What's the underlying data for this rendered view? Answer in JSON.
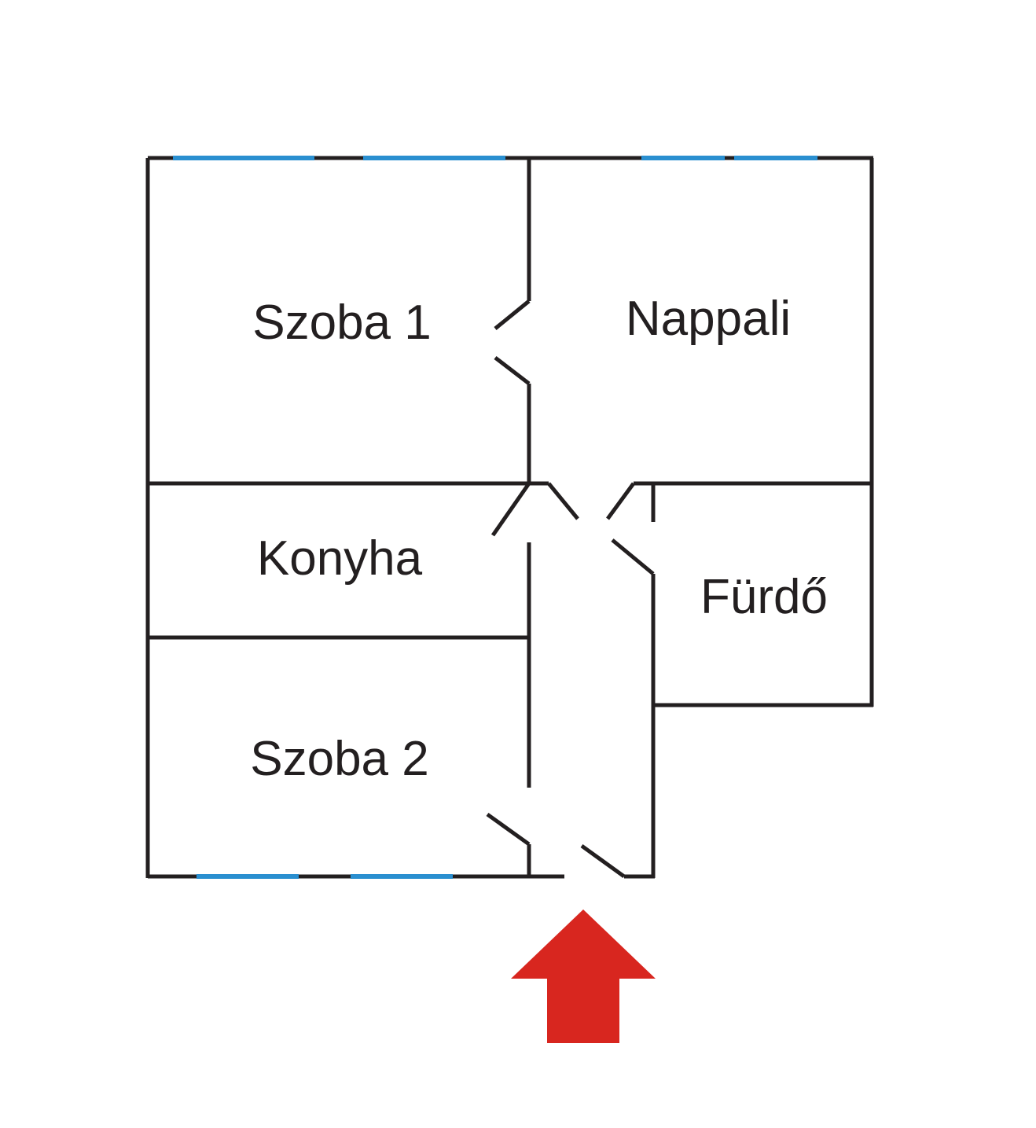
{
  "plan": {
    "rooms": [
      {
        "key": "szoba1",
        "label": "Szoba 1"
      },
      {
        "key": "nappali",
        "label": "Nappali"
      },
      {
        "key": "konyha",
        "label": "Konyha"
      },
      {
        "key": "furdo",
        "label": "Fürdő"
      },
      {
        "key": "szoba2",
        "label": "Szoba 2"
      }
    ],
    "colors": {
      "wall": "#231f20",
      "window": "#2a8fd0",
      "entrance_arrow": "#d8261f"
    },
    "icons": {
      "entrance": "entrance-arrow-icon"
    }
  }
}
